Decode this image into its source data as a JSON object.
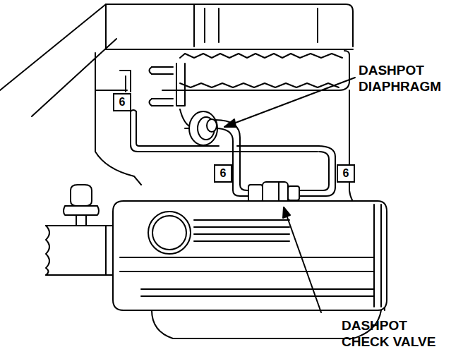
{
  "diagram": {
    "labels": [
      "DASHPOT DIAPHRAGM",
      "DASHPOT CHECK VALVE",
      "6",
      "6",
      "6"
    ]
  }
}
